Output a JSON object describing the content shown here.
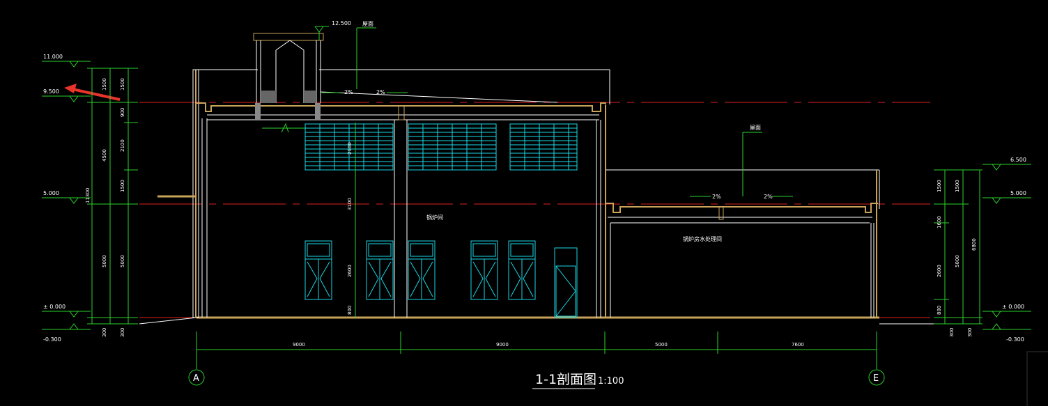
{
  "drawing": {
    "title": "1-1剖面图",
    "scale": "1:100",
    "axis_left": "A",
    "axis_right": "E"
  },
  "left_elevations": {
    "e11000": "11.000",
    "e9500": "9.500",
    "e5000": "5.000",
    "e0000": "± 0.000",
    "em0300": "-0.300"
  },
  "right_elevations": {
    "e6500": "6.500",
    "e5000": "5.000",
    "e0000": "± 0.000",
    "em0300": "-0.300"
  },
  "top_elevation": "12.500",
  "roof_label_top": "屋面",
  "roof_label_right": "屋面",
  "room_boiler": "锅炉间",
  "room_water": "锅炉房水处理间",
  "slopes": [
    "2%",
    "2%",
    "2%",
    "2%"
  ],
  "left_dims_outer": [
    "1500",
    "4500",
    "5000",
    "300"
  ],
  "left_dims_middle": [
    "11300"
  ],
  "left_dims_inner": [
    "1500",
    "900",
    "2100",
    "1500",
    "5000",
    "300"
  ],
  "center_dims": [
    "2100",
    "3100",
    "2600",
    "800"
  ],
  "right_dims_a": [
    "1500",
    "1600",
    "2600",
    "800",
    "300"
  ],
  "right_dims_b": [
    "1500",
    "5000",
    "300"
  ],
  "right_dims_c": [
    "6800"
  ],
  "bottom_dims": [
    "9000",
    "9000",
    "5000",
    "7600"
  ],
  "colors": {
    "background": "#000000",
    "dimension": "#2bd22b",
    "outline": "#ffffff",
    "window": "#19d8e6",
    "wall_finish": "#c9a35a",
    "level_line": "#e02020",
    "arrow": "#e8342a"
  }
}
